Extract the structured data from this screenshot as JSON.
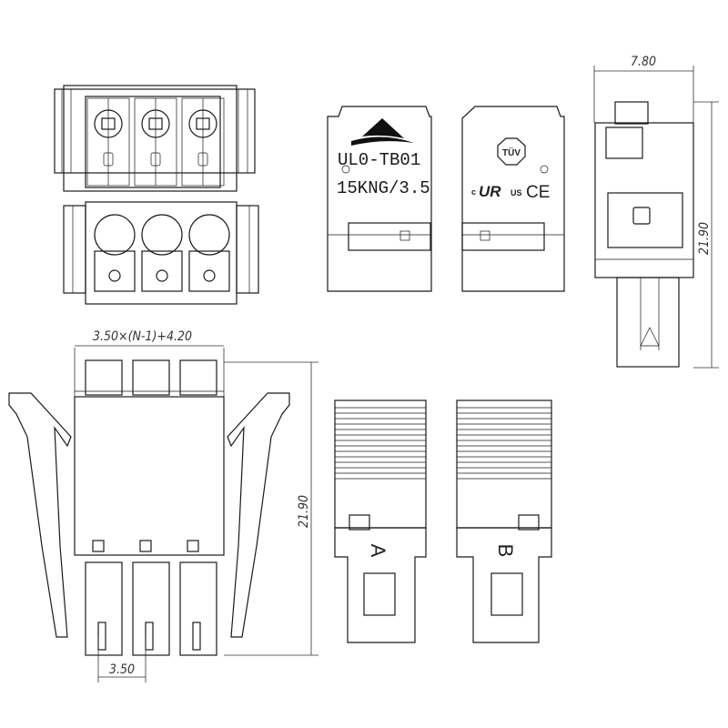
{
  "dimensions": {
    "width_side": "7.80",
    "height_side": "21.90",
    "pitch_formula": "3.50×(N-1)+4.20",
    "height_front": "21.90",
    "pitch": "3.50"
  },
  "labels": {
    "part_number": "UL0-TB01",
    "rating": "15KNG/3.5",
    "tuv_mark": "TÜV",
    "ul_c": "c",
    "ul_mark": "UR",
    "ul_us": "US",
    "ce_mark": "CE",
    "side_a": "A",
    "side_b": "B"
  }
}
